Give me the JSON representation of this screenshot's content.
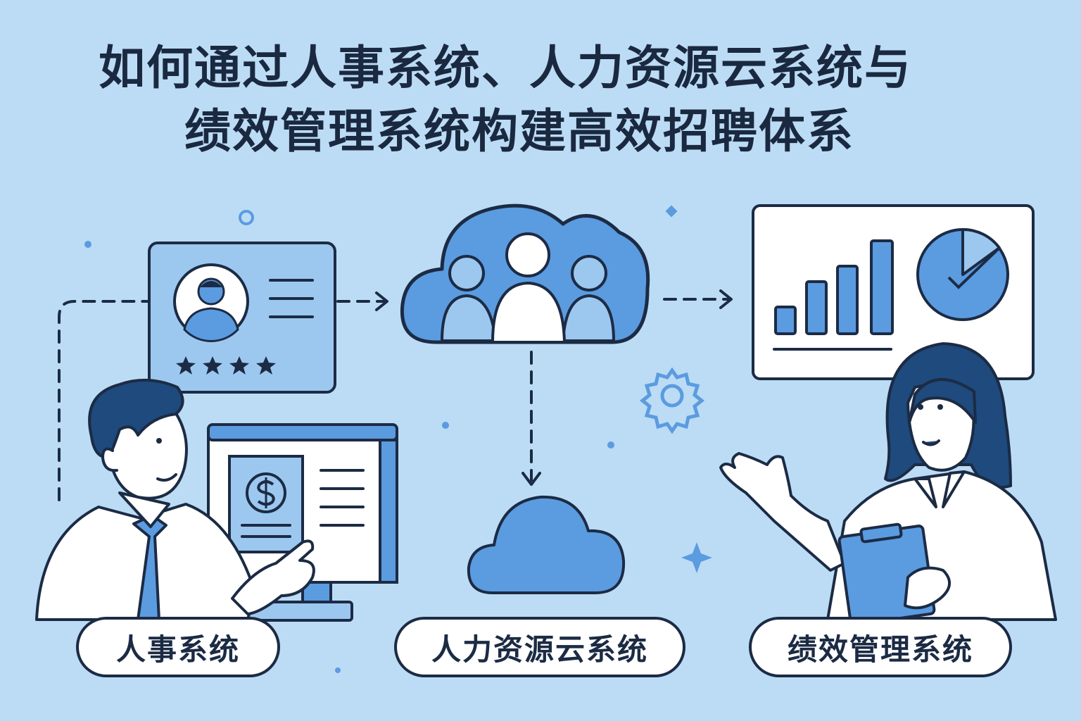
{
  "title": {
    "line1": "如何通过人事系统、人力资源云系统与",
    "line2": "绩效管理系统构建高效招聘体系"
  },
  "labels": {
    "hr_system": "人事系统",
    "hr_cloud": "人力资源云系统",
    "performance_system": "绩效管理系统"
  },
  "icons": {
    "resume_card": "profile-card-icon",
    "cloud_team": "cloud-people-icon",
    "dashboard": "bar-chart-pie-icon",
    "cloud": "cloud-icon",
    "gear": "gear-icon",
    "dollar": "dollar-icon"
  },
  "colors": {
    "background": "#bcdcf5",
    "accent": "#5b9be0",
    "light_accent": "#9cc8f0",
    "outline": "#1c2b44"
  }
}
